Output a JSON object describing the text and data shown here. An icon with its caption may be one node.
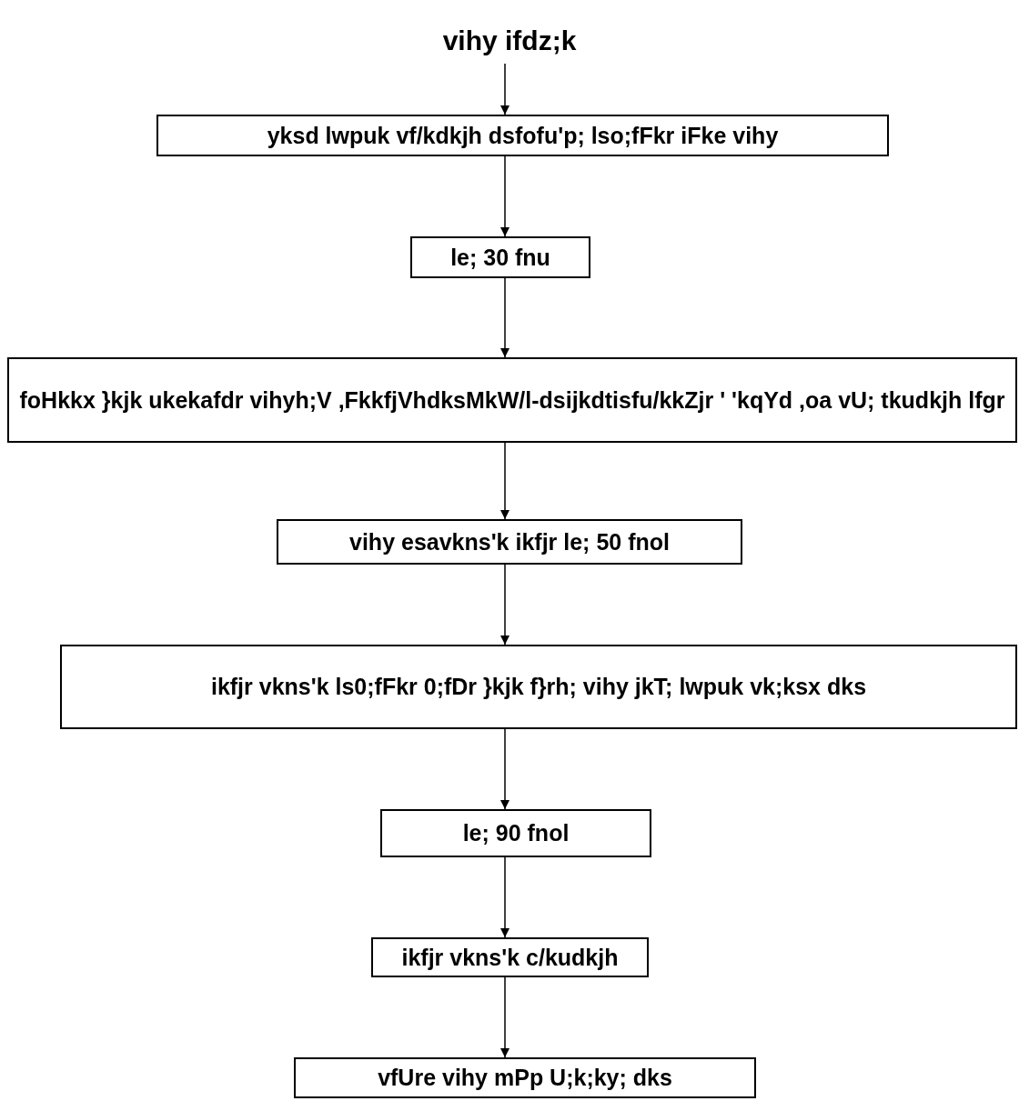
{
  "diagram": {
    "nodes": [
      {
        "text": [
          "vihy ifdz;k"
        ]
      },
      {
        "text": [
          "yksd lwpuk vf/kdkjh dsfofu'p; lso;fFkr iFke vihy"
        ]
      },
      {
        "text": [
          "le; 30 fnu"
        ]
      },
      {
        "text": [
          "foHkkx }kjk ukekafdr vihyh;V ,FkkfjVhdksMkW/l-dsijkdtisfu/kkZjr ' 'kqYd ,oa vU; tkudkjh lfgr"
        ]
      },
      {
        "text": [
          "vihy esavkns'k ikfjr le; 50 fnol"
        ]
      },
      {
        "text": [
          "ikfjr vkns'k ls0;fFkr 0;fDr }kjk f}rh; vihy jkT; lwpuk vk;ksx dks"
        ]
      },
      {
        "text": [
          "le; 90 fnol"
        ]
      },
      {
        "text": [
          "ikfjr vkns'k c/kudkjh"
        ]
      },
      {
        "text": [
          "vfUre vihy mPp U;k;ky; dks"
        ]
      }
    ],
    "edges": [
      {
        "from": 0,
        "to": 1,
        "arrow": "to"
      },
      {
        "from": 1,
        "to": 2,
        "arrow": "to"
      },
      {
        "from": 2,
        "to": 3,
        "arrow": "to"
      },
      {
        "from": 3,
        "to": 4,
        "arrow": "to"
      },
      {
        "from": 4,
        "to": 5,
        "arrow": "to"
      },
      {
        "from": 5,
        "to": 6,
        "arrow": "to"
      },
      {
        "from": 6,
        "to": 7,
        "arrow": "to"
      },
      {
        "from": 7,
        "to": 8,
        "arrow": "to"
      }
    ]
  }
}
